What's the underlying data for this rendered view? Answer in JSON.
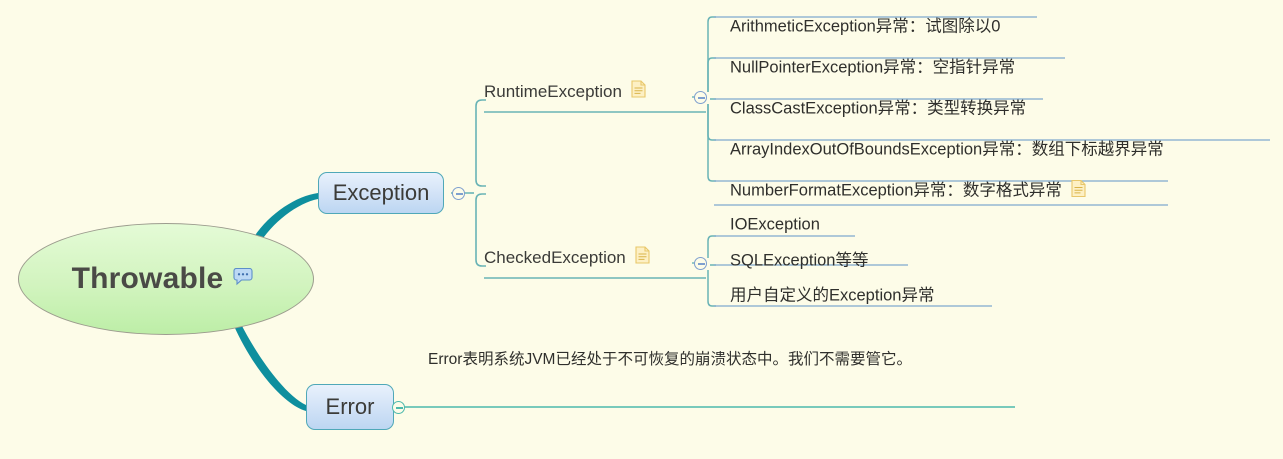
{
  "diagram": {
    "title": "Throwable exception hierarchy mind map",
    "background_color": "#fdfce8",
    "accent_teal": "#4db9ac",
    "accent_blue": "#7e9fcf",
    "branch_color": "#0e8f9e",
    "root_fill": "#d2f4bf",
    "node_fill": "#d3e3f7"
  },
  "root": {
    "label": "Throwable",
    "icon": "comment-bubble-icon"
  },
  "branches": [
    {
      "id": "exception",
      "label": "Exception",
      "toggle": "collapse-minus",
      "children": [
        {
          "id": "runtime-exception",
          "label": "RuntimeException",
          "note_icon": "note-icon",
          "toggle": "collapse-minus",
          "leaves": [
            {
              "label": "ArithmeticException异常：试图除以0",
              "note_icon": null
            },
            {
              "label": "NullPointerException异常：空指针异常",
              "note_icon": null
            },
            {
              "label": "ClassCastException异常：类型转换异常",
              "note_icon": null
            },
            {
              "label": "ArrayIndexOutOfBoundsException异常：数组下标越界异常",
              "note_icon": null
            },
            {
              "label": "NumberFormatException异常：数字格式异常",
              "note_icon": "note-icon"
            }
          ]
        },
        {
          "id": "checked-exception",
          "label": "CheckedException",
          "note_icon": "note-icon",
          "toggle": "collapse-minus",
          "leaves": [
            {
              "label": "IOException",
              "note_icon": null
            },
            {
              "label": "SQLException等等",
              "note_icon": null
            },
            {
              "label": "用户自定义的Exception异常",
              "note_icon": null
            }
          ]
        }
      ]
    },
    {
      "id": "error",
      "label": "Error",
      "toggle": "collapse-minus",
      "description": "Error表明系统JVM已经处于不可恢复的崩溃状态中。我们不需要管它。"
    }
  ]
}
